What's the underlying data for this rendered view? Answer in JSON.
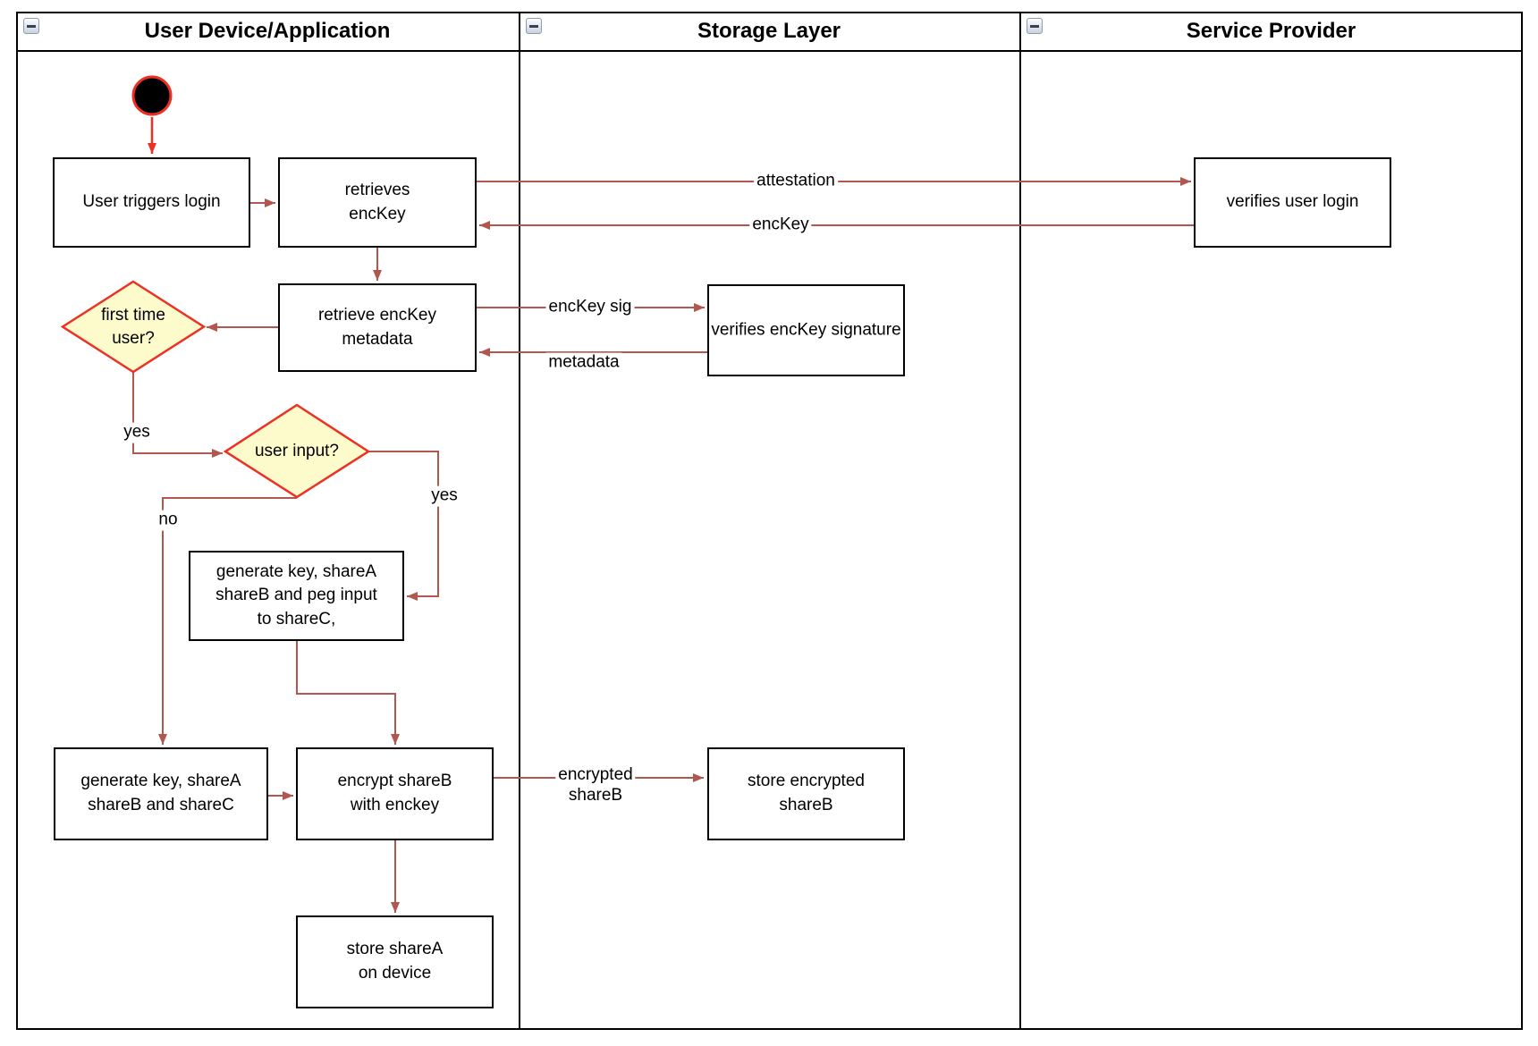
{
  "diagram": {
    "lanes": [
      {
        "title": "User Device/Application"
      },
      {
        "title": "Storage Layer"
      },
      {
        "title": "Service Provider"
      }
    ],
    "nodes": {
      "user_triggers_login": {
        "label": "User triggers login"
      },
      "retrieves_enckey": {
        "label": "retrieves\nencKey"
      },
      "verifies_user_login": {
        "label": "verifies user login"
      },
      "retrieve_enckey_metadata": {
        "label": "retrieve encKey\nmetadata"
      },
      "verifies_enckey_signature": {
        "label": "verifies encKey signature"
      },
      "first_time_user": {
        "label": "first time\nuser?"
      },
      "user_input": {
        "label": "user input?"
      },
      "generate_key_peg": {
        "label": "generate key, shareA\nshareB and peg input\nto shareC,"
      },
      "generate_key_sharec": {
        "label": "generate key, shareA\nshareB and shareC"
      },
      "encrypt_shareb": {
        "label": "encrypt shareB\nwith enckey"
      },
      "store_encrypted_shareb": {
        "label": "store encrypted\nshareB"
      },
      "store_sharea": {
        "label": "store shareA\non device"
      }
    },
    "edge_labels": {
      "attestation": "attestation",
      "enckey": "encKey",
      "enckey_sig": "encKey sig",
      "metadata": "metadata",
      "encrypted_shareb": "encrypted\nshareB",
      "yes_first_time": "yes",
      "no_user_input": "no",
      "yes_user_input": "yes"
    },
    "colors": {
      "edge": "#B25750",
      "start": "#EE3023",
      "diamond_fill": "#FDFACC",
      "diamond_border": "#EE3023",
      "node_border": "#000000",
      "lane_border": "#000000"
    }
  }
}
